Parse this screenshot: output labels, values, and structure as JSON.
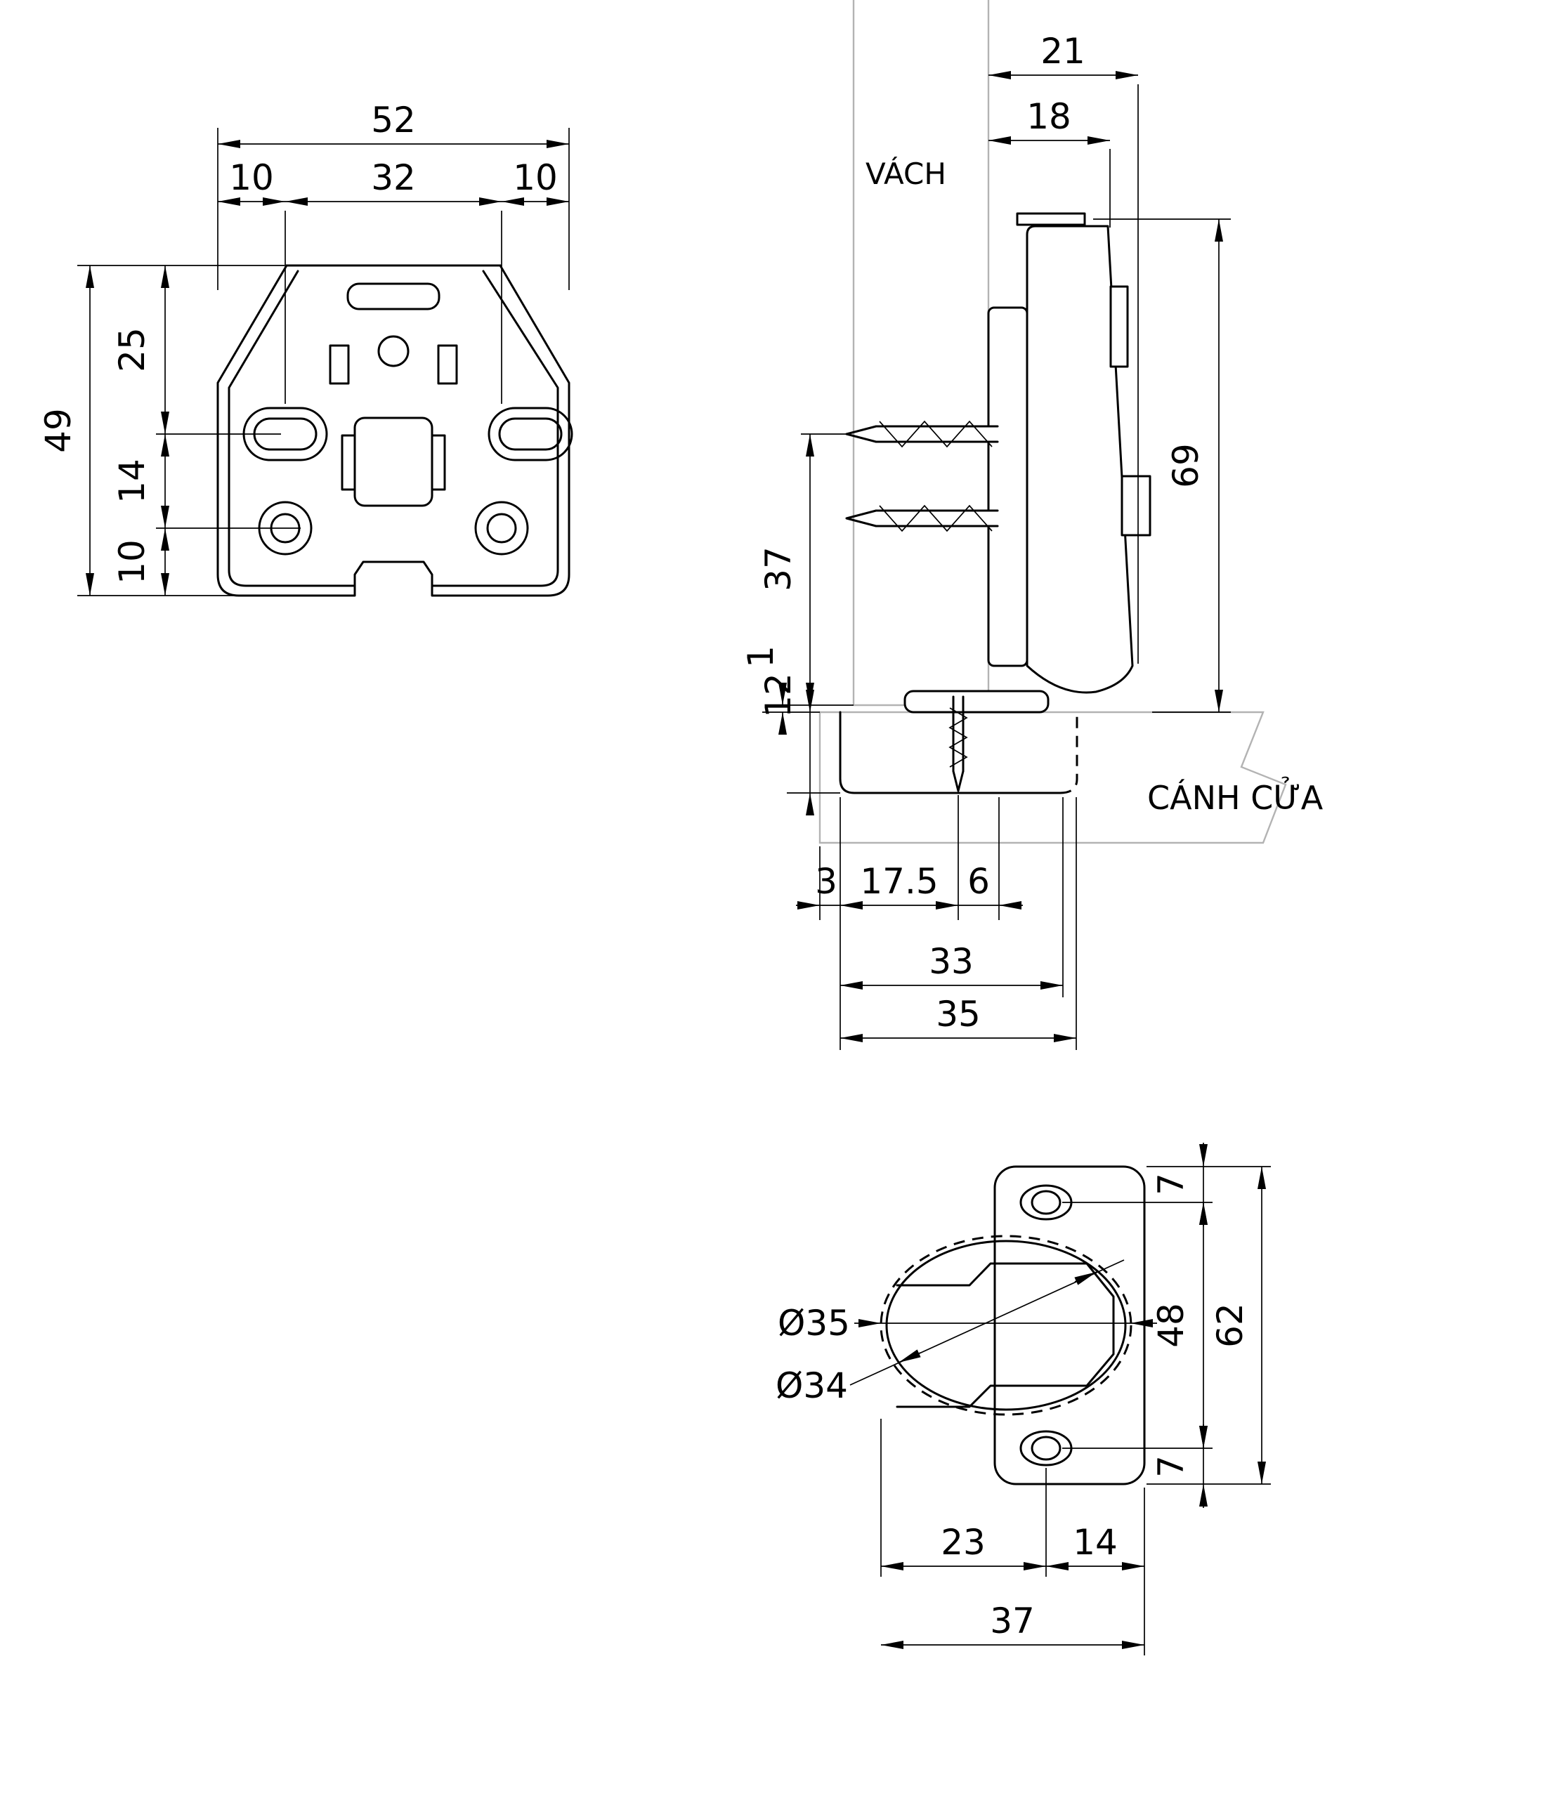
{
  "colors": {
    "line": "#000000",
    "construction": "#b3b3b3",
    "background": "#ffffff"
  },
  "views": {
    "plate_view": {
      "total_width": "52",
      "left_slot_offset": "10",
      "slot_spacing": "32",
      "right_slot_offset": "10",
      "total_height": "49",
      "top_to_slot": "25",
      "slot_to_hole": "14",
      "hole_to_bottom": "10"
    },
    "side_view": {
      "wall_label": "VÁCH",
      "door_label": "CÁNH CỬA",
      "overlay_full": "21",
      "overlay_top": "18",
      "total_height": "69",
      "screw_to_door": "37",
      "reveal_gap": "1",
      "cup_depth": "12",
      "edge_to_cup": "3",
      "cup_to_center": "17.5",
      "center_to_pivot": "6",
      "span_33": "33",
      "span_35": "35"
    },
    "cup_view": {
      "top_hole_offset": "7",
      "hole_spacing": "48",
      "plate_height": "62",
      "bottom_hole_offset": "7",
      "outer_diameter": "Ø35",
      "cup_diameter": "Ø34",
      "left_to_axis": "23",
      "axis_to_edge": "14",
      "total_width": "37"
    }
  }
}
